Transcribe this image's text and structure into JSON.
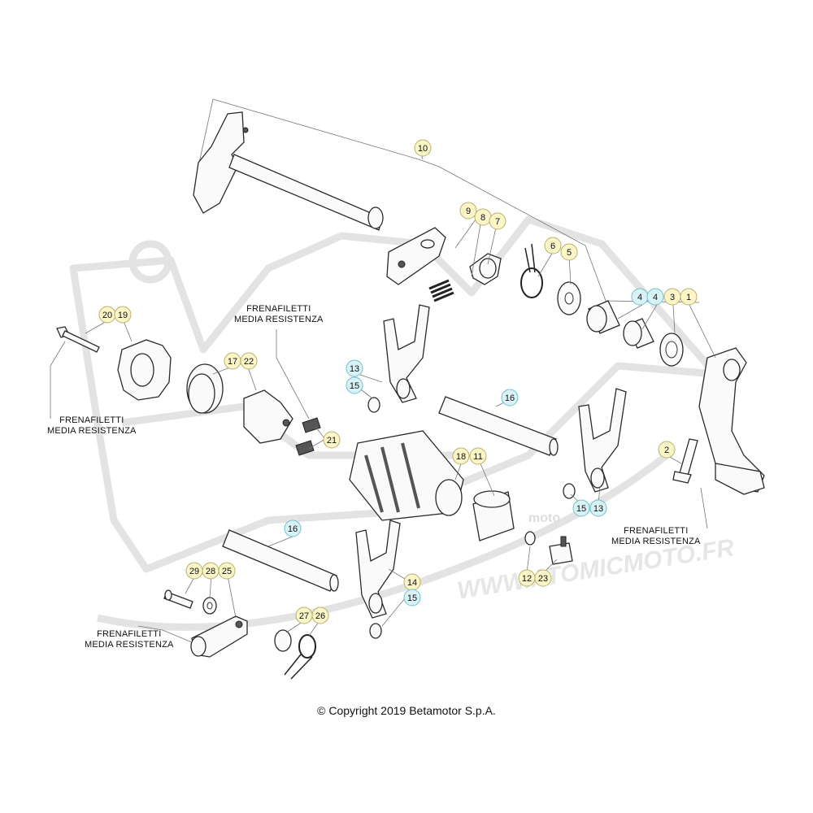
{
  "notes": {
    "threadlock_top": {
      "line1": "FRENAFILETTI",
      "line2": "MEDIA RESISTENZA"
    },
    "threadlock_left": {
      "line1": "FRENAFILETTI",
      "line2": "MEDIA RESISTENZA"
    },
    "threadlock_right": {
      "line1": "FRENAFILETTI",
      "line2": "MEDIA RESISTENZA"
    },
    "threadlock_bottom": {
      "line1": "FRENAFILETTI",
      "line2": "MEDIA RESISTENZA"
    }
  },
  "copyright": "© Copyright 2019 Betamotor S.p.A.",
  "watermark": {
    "site": "WWW.ATOMICMOTO.FR",
    "brand": "moto"
  },
  "callouts": {
    "c10": "10",
    "c9": "9",
    "c8": "8",
    "c7": "7",
    "c6": "6",
    "c5": "5",
    "c4a": "4",
    "c4b": "4",
    "c3": "3",
    "c1": "1",
    "c20": "20",
    "c19": "19",
    "c17": "17",
    "c22": "22",
    "c13a": "13",
    "c15a": "15",
    "c21": "21",
    "c16a": "16",
    "c18": "18",
    "c11": "11",
    "c2": "2",
    "c15b": "15",
    "c13b": "13",
    "c16b": "16",
    "c12": "12",
    "c23": "23",
    "c29": "29",
    "c28": "28",
    "c25": "25",
    "c14": "14",
    "c15c": "15",
    "c27": "27",
    "c26": "26"
  },
  "colors": {
    "bubble_yellow": "#fbf5c8",
    "bubble_cyan": "#d9f2f6",
    "watermark": "#e3e3e3"
  }
}
